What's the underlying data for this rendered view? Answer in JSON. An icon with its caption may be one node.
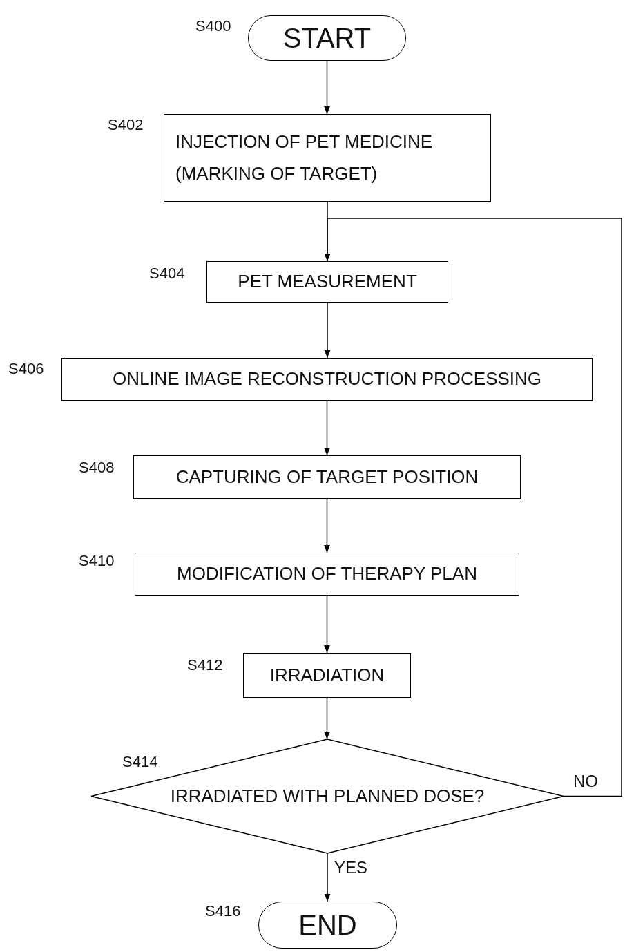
{
  "diagram": {
    "nodes": [
      {
        "text": [
          "START"
        ],
        "beside": [
          "S400"
        ]
      },
      {
        "text": [
          "INJECTION OF PET MEDICINE (MARKING OF TARGET)"
        ],
        "beside": [
          "S402"
        ]
      },
      {
        "text": [
          "PET MEASUREMENT"
        ],
        "beside": [
          "S404"
        ]
      },
      {
        "text": [
          "ONLINE IMAGE RECONSTRUCTION PROCESSING"
        ],
        "beside": [
          "S406"
        ]
      },
      {
        "text": [
          "CAPTURING OF TARGET POSITION"
        ],
        "beside": [
          "S408"
        ]
      },
      {
        "text": [
          "MODIFICATION OF THERAPY PLAN"
        ],
        "beside": [
          "S410"
        ]
      },
      {
        "text": [
          "IRRADIATION"
        ],
        "beside": [
          "S412"
        ]
      },
      {
        "text": [
          "IRRADIATED WITH PLANNED DOSE?"
        ],
        "beside": [
          "S414"
        ]
      },
      {
        "text": [
          "END"
        ],
        "beside": [
          "S416"
        ]
      }
    ],
    "edges": [
      {
        "from": 0,
        "to": 1,
        "arrow": "to"
      },
      {
        "from": 1,
        "to": 2,
        "arrow": "to"
      },
      {
        "from": 2,
        "to": 3,
        "arrow": "to"
      },
      {
        "from": 3,
        "to": 4,
        "arrow": "to"
      },
      {
        "from": 4,
        "to": 5,
        "arrow": "to"
      },
      {
        "from": 5,
        "to": 6,
        "arrow": "to"
      },
      {
        "from": 6,
        "to": 7,
        "arrow": "to"
      },
      {
        "from": 7,
        "to": 8,
        "label": "YES",
        "arrow": "to"
      },
      {
        "from": 7,
        "to": 2,
        "label": "NO",
        "arrow": "to"
      }
    ]
  }
}
